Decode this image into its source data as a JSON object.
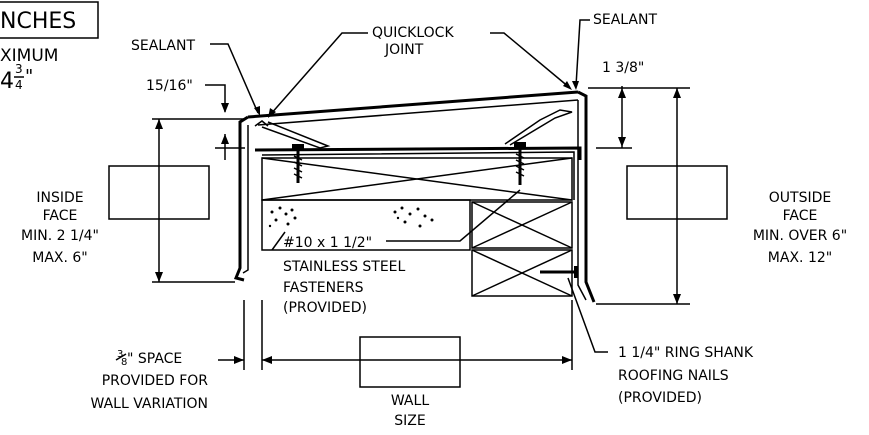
{
  "title_fragment": "NCHES",
  "max_fragment": "XIMUM",
  "max_value_whole": "4",
  "max_value_num": "3",
  "max_value_den": "4",
  "max_value_inch": "\"",
  "labels": {
    "sealant_left": "SEALANT",
    "quicklock_1": "QUICKLOCK",
    "quicklock_2": "JOINT",
    "sealant_right": "SEALANT",
    "dim_15_16": "15/16\"",
    "dim_1_3_8": "1 3/8\"",
    "inside_1": "INSIDE",
    "inside_2": "FACE",
    "inside_3": "MIN. 2 1/4\"",
    "inside_4": "MAX. 6\"",
    "outside_1": "OUTSIDE",
    "outside_2": "FACE",
    "outside_3": "MIN. OVER 6\"",
    "outside_4": "MAX. 12\"",
    "fastener_1": "#10 x 1 1/2\"",
    "fastener_2": "STAINLESS STEEL",
    "fastener_3": "FASTENERS",
    "fastener_4": "(PROVIDED)",
    "space_num": "3",
    "space_den": "8",
    "space_1": "\" SPACE",
    "space_2": "PROVIDED FOR",
    "space_3": "WALL VARIATION",
    "wall_1": "WALL",
    "wall_2": "SIZE",
    "nails_1": "1 1/4\" RING SHANK",
    "nails_2": "ROOFING NAILS",
    "nails_3": "(PROVIDED)"
  }
}
